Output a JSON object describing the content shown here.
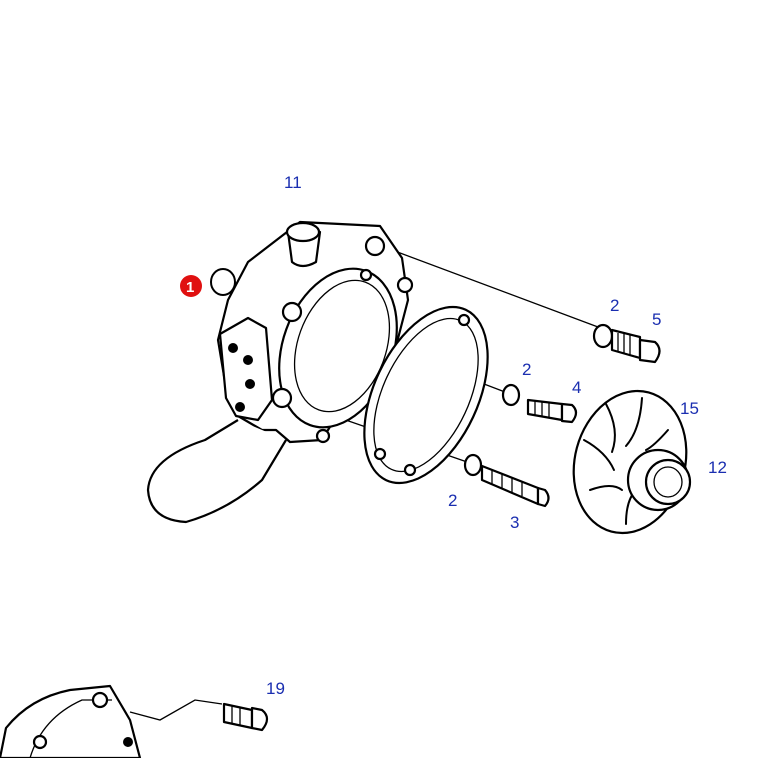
{
  "parts": {
    "part_1": "1",
    "part_2a": "2",
    "part_2b": "2",
    "part_2c": "2",
    "part_3": "3",
    "part_4": "4",
    "part_5": "5",
    "part_11": "11",
    "part_12": "12",
    "part_15": "15",
    "part_19": "19"
  },
  "colors": {
    "callout_text": "#1a2eb0",
    "highlight_badge": "#e01010"
  }
}
